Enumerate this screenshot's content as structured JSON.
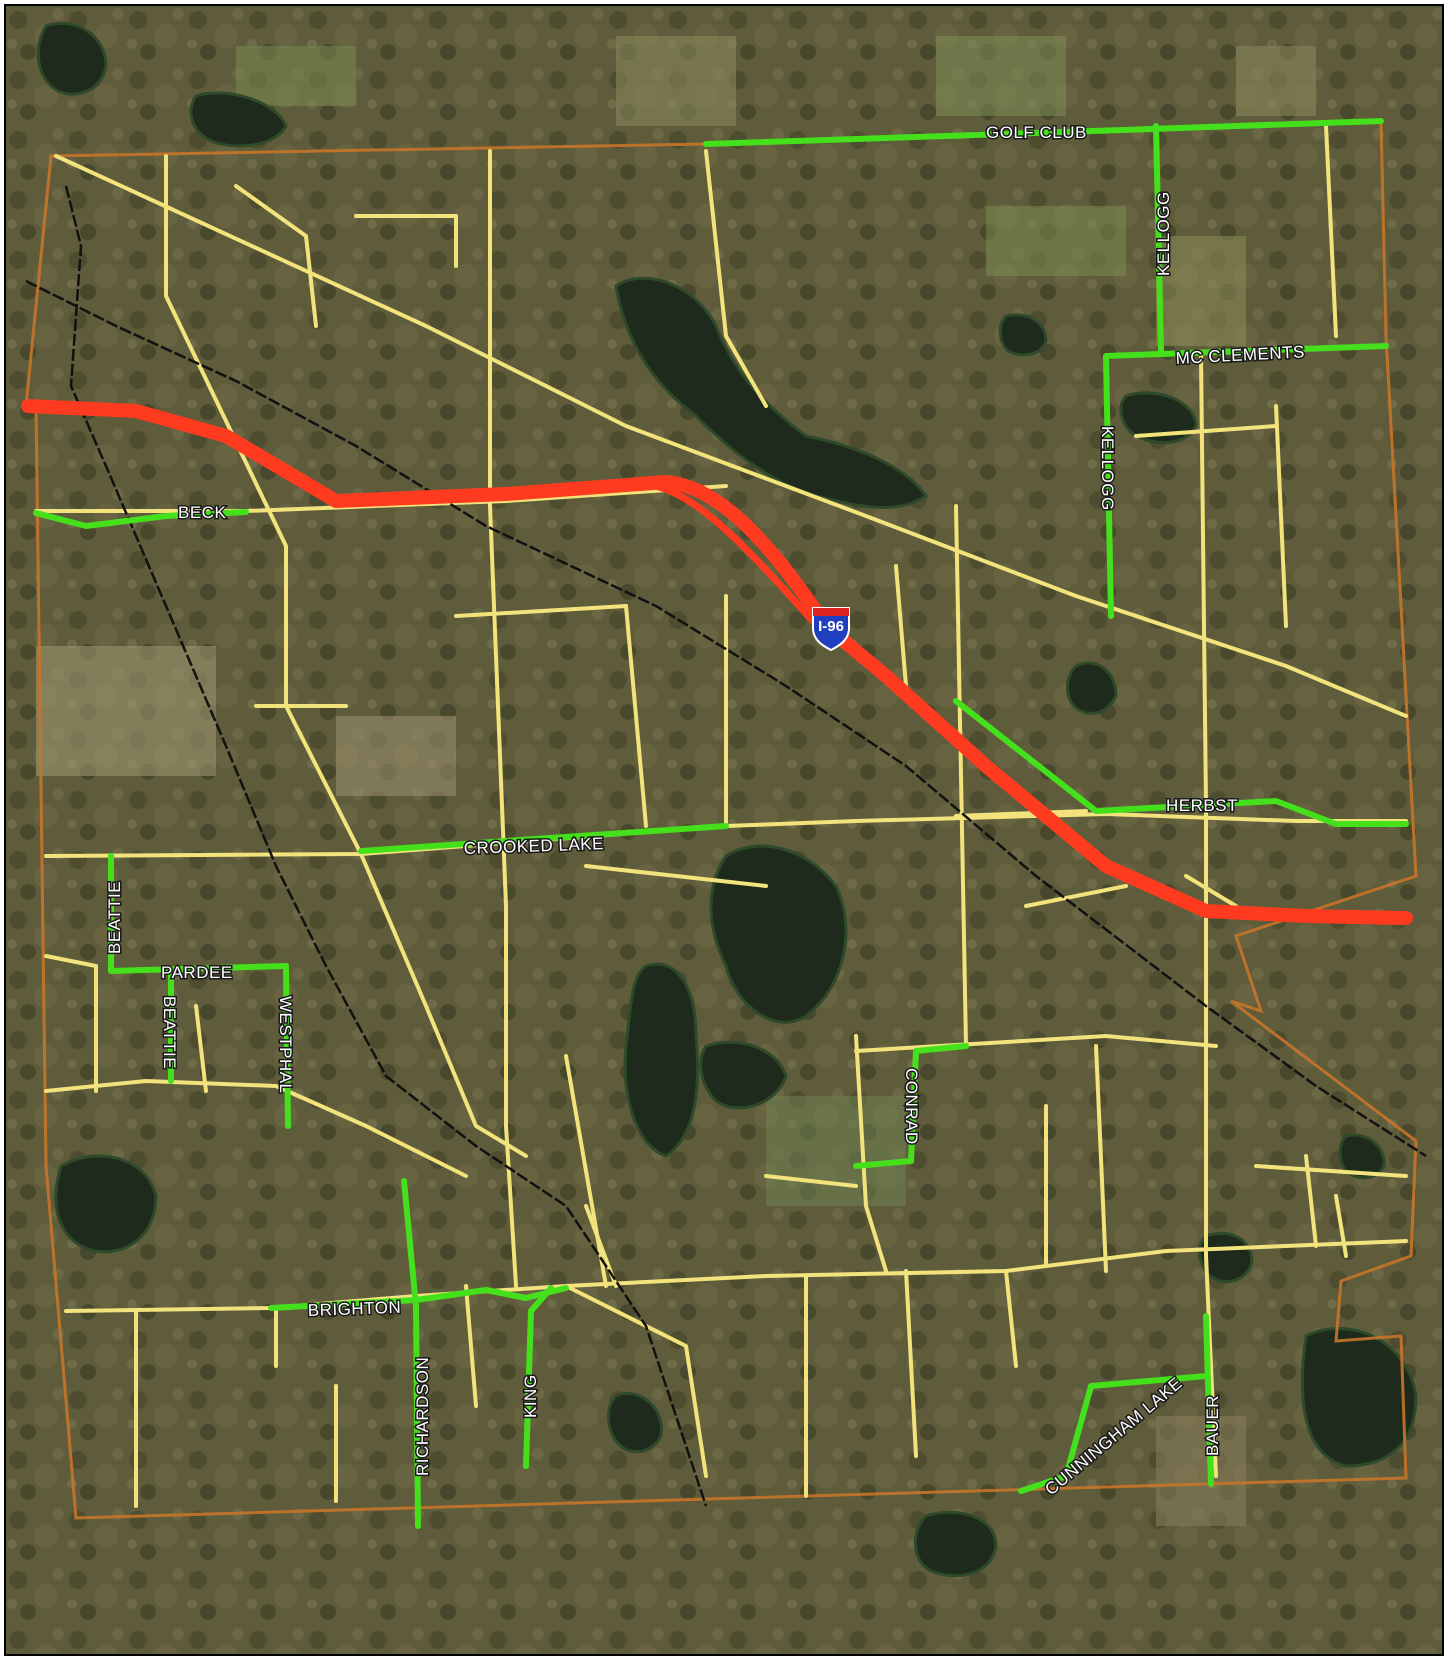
{
  "map": {
    "type": "aerial township road map",
    "legend_colors": {
      "interstate": "#ff3b1f",
      "highlighted_road": "#44e01c",
      "local_road": "#f3e37c",
      "railroad": "#111111",
      "boundary": "#c8742a"
    },
    "interstate_shield": "I-96",
    "road_labels": {
      "golf_club": "GOLF CLUB",
      "kellogg_north": "KELLOGG",
      "mc_clements": "MC CLEMENTS",
      "kellogg_south": "KELLOGG",
      "beck": "BECK",
      "herbst": "HERBST",
      "crooked_lake": "CROOKED LAKE",
      "beattie_north": "BEATTIE",
      "pardee": "PARDEE",
      "beattie_south": "BEATTIE",
      "westphal": "WESTPHAL",
      "conrad": "CONRAD",
      "brighton": "BRIGHTON",
      "richardson": "RICHARDSON",
      "king": "KING",
      "cunningham_lake": "CUNNINGHAM LAKE",
      "bauer": "BAUER"
    }
  }
}
